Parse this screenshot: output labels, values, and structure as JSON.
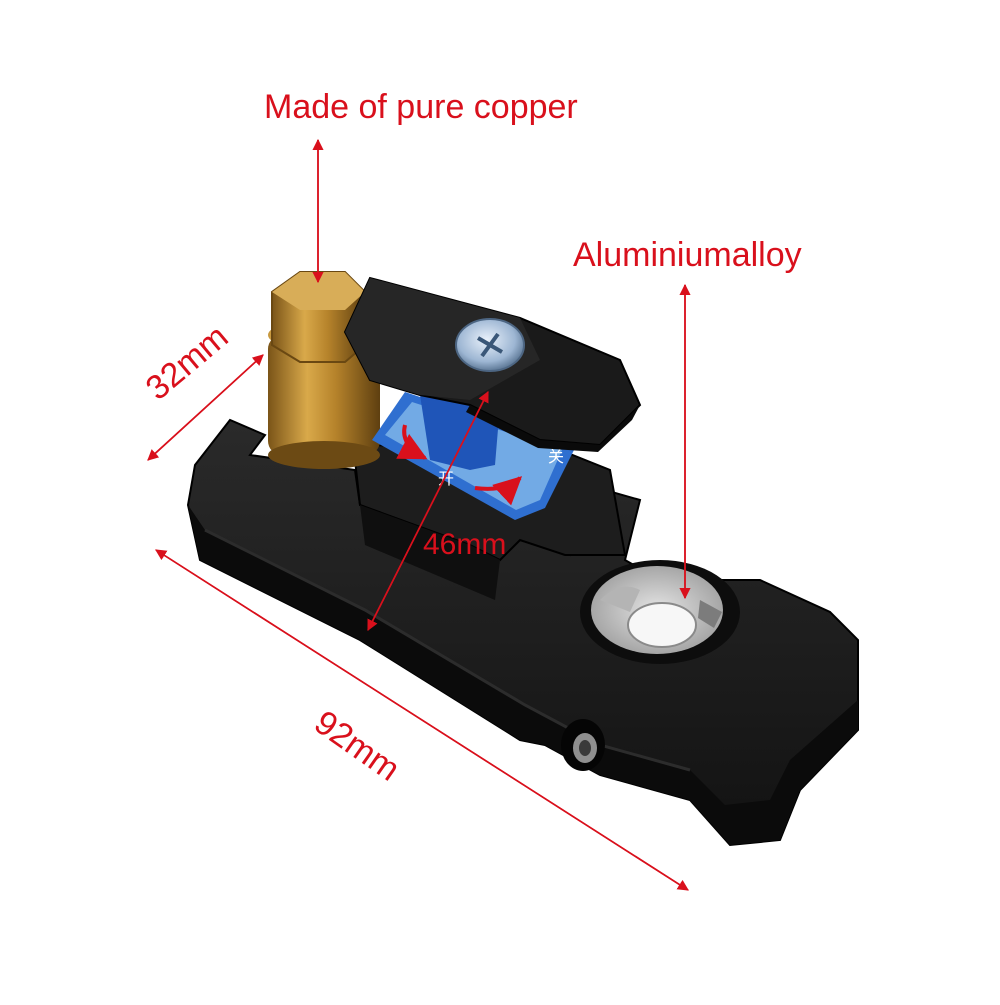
{
  "annotations": {
    "material_copper": "Made of pure copper",
    "material_aluminium": "Aluminiumalloy",
    "height": "32mm",
    "width": "46mm",
    "length": "92mm"
  },
  "switch_plate": {
    "mark_right": "关",
    "mark_left": "开"
  },
  "colors": {
    "annotation": "#d9101c",
    "body": "#151515",
    "plate": "#2f6fd0",
    "copper": "#b8862d",
    "aluminium": "#c9c9c9"
  }
}
